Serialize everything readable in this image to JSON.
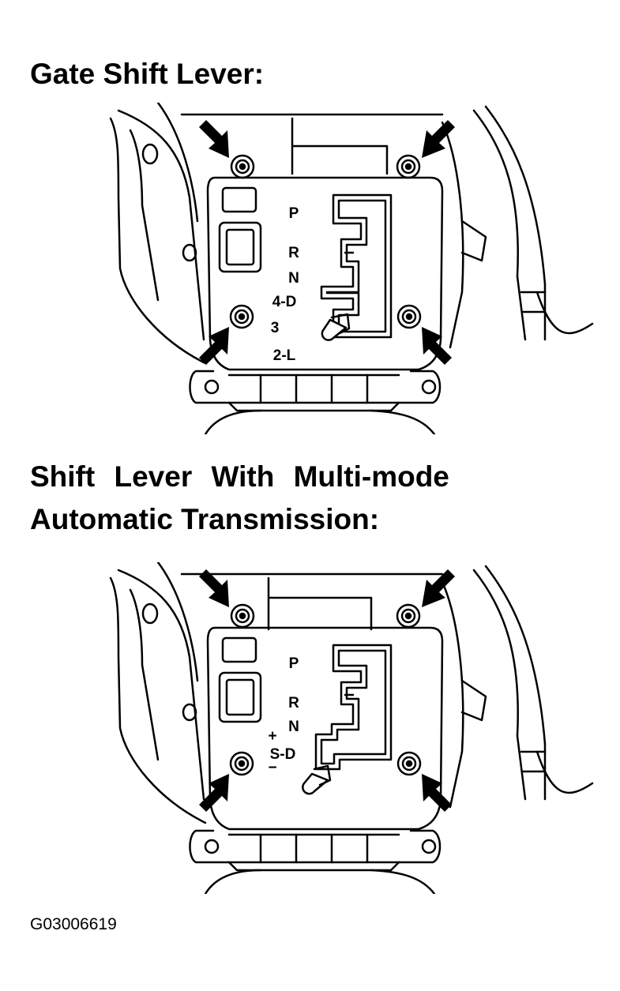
{
  "figure1": {
    "title": "Gate Shift Lever:",
    "gear_labels": [
      "P",
      "R",
      "N",
      "4-D",
      "3",
      "2-L"
    ]
  },
  "figure2": {
    "title_line1": "Shift Lever With Multi-mode",
    "title_line2": "Automatic Transmission:",
    "gear_labels": [
      "P",
      "R",
      "N",
      "+",
      "S-D",
      "−"
    ]
  },
  "figure_id": "G03006619",
  "icons": [
    "bolt-icon",
    "arrow-icon",
    "shift-lever-icon"
  ]
}
